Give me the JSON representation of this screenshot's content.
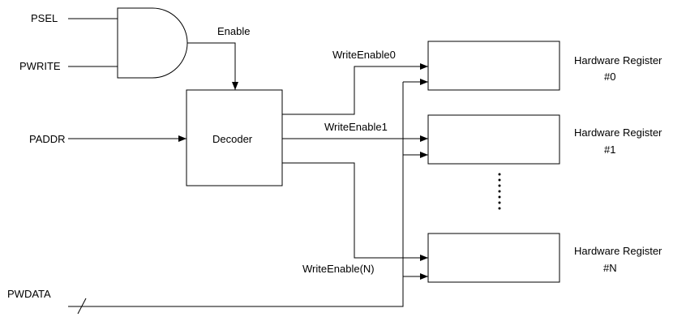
{
  "inputs": {
    "psel": "PSEL",
    "pwrite": "PWRITE",
    "paddr": "PADDR",
    "pwdata": "PWDATA"
  },
  "signals": {
    "enable": "Enable",
    "write_enable_0": "WriteEnable0",
    "write_enable_1": "WriteEnable1",
    "write_enable_n": "WriteEnable(N)"
  },
  "decoder": {
    "label": "Decoder"
  },
  "registers": [
    {
      "title": "Hardware Register",
      "index": "#0"
    },
    {
      "title": "Hardware Register",
      "index": "#1"
    },
    {
      "title": "Hardware Register",
      "index": "#N"
    }
  ]
}
